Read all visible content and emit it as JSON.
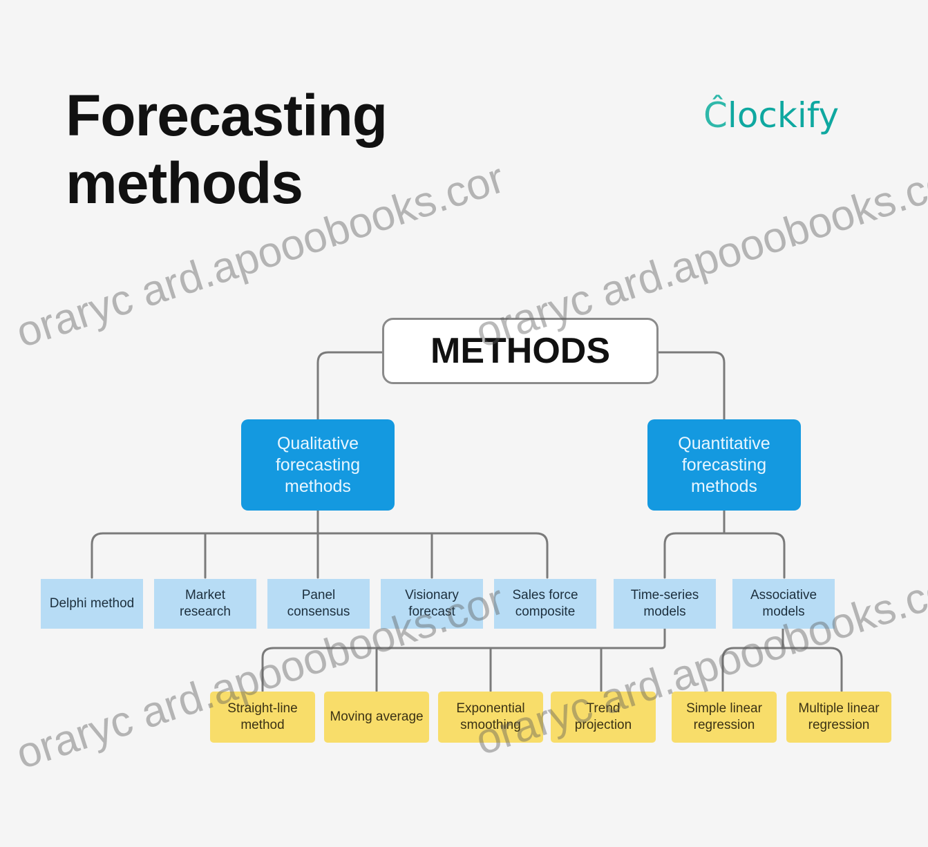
{
  "title": {
    "line1": "Forecasting",
    "line2": "methods"
  },
  "logo": {
    "mark": "Ĉ",
    "text": "lockify"
  },
  "watermark": {
    "text_a": "oraryc ard.apooobooks.cor",
    "text_b": "oraryc ard.apooobooks.co"
  },
  "diagram": {
    "root": "METHODS",
    "qualitative": {
      "label": "Qualitative forecasting methods",
      "children": [
        "Delphi method",
        "Market research",
        "Panel consensus",
        "Visionary forecast",
        "Sales force composite"
      ]
    },
    "quantitative": {
      "label": "Quantitative forecasting methods",
      "children": [
        "Time-series models",
        "Associative models"
      ]
    },
    "time_series_leaves": [
      "Straight-line method",
      "Moving average",
      "Exponential smoothing",
      "Trend projection"
    ],
    "associative_leaves": [
      "Simple linear regression",
      "Multiple linear regression"
    ]
  },
  "colors": {
    "background": "#f5f5f5",
    "category_fill": "#1499e0",
    "subcategory_fill": "#b7dcf5",
    "leaf_fill": "#f8dd6a",
    "connector": "#7a7a7a",
    "logo": "#0fa8a0"
  }
}
